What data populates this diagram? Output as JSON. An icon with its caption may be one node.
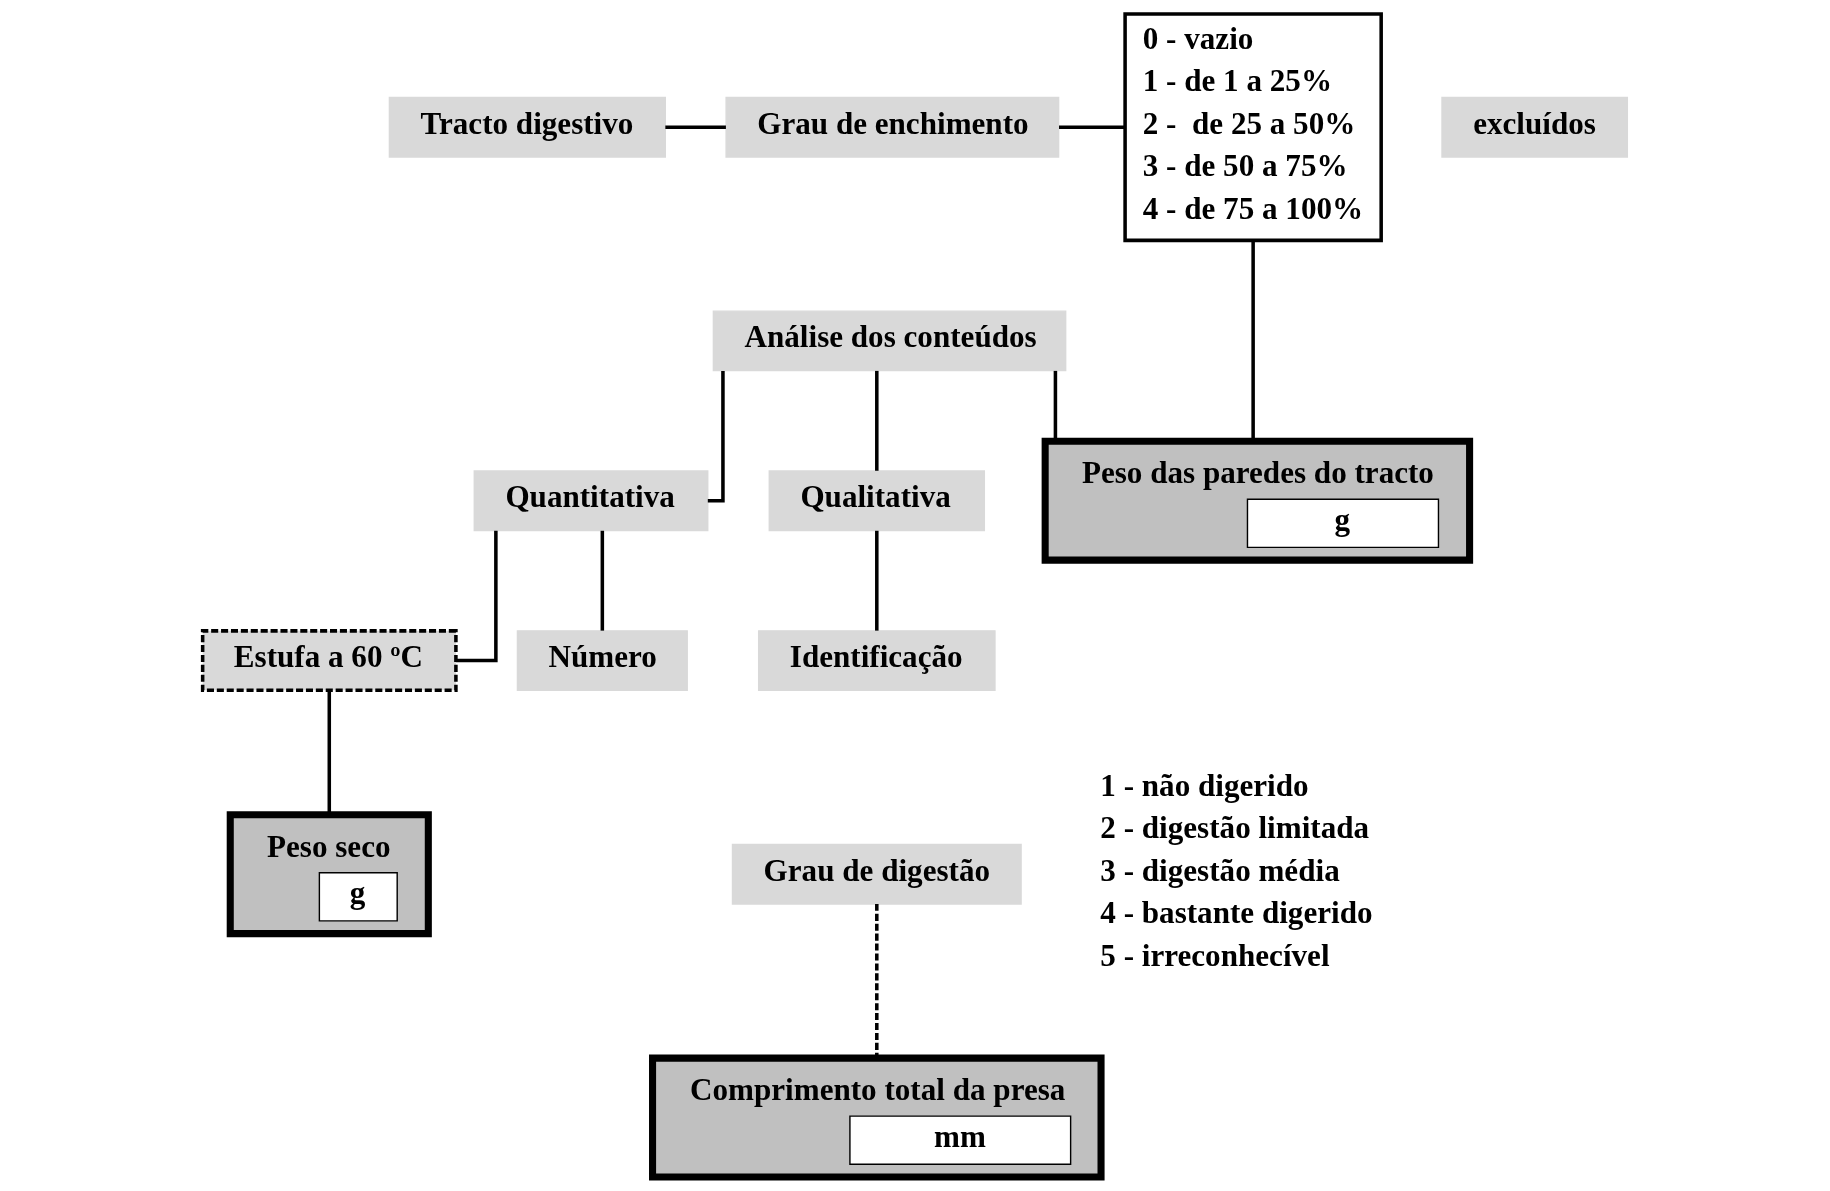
{
  "diagram": {
    "nodes": [
      {
        "text": [
          "Tracto digestivo"
        ]
      },
      {
        "text": [
          "Grau de enchimento"
        ]
      },
      {
        "text": [
          "0 - vazio",
          "1 - de 1 a 25%",
          "2 -  de 25 a 50%",
          "3 - de 50 a 75%",
          "4 - de 75 a 100%"
        ]
      },
      {
        "text": [
          "excluídos"
        ]
      },
      {
        "text": [
          "Peso das paredes do tracto",
          "g"
        ]
      },
      {
        "text": [
          "Análise dos conteúdos"
        ]
      },
      {
        "text": [
          "Quantitativa"
        ]
      },
      {
        "text": [
          "Qualitativa"
        ]
      },
      {
        "text": [
          "Número"
        ]
      },
      {
        "text": [
          "Identificação"
        ]
      },
      {
        "text": [
          "Estufa a 60 ºC"
        ]
      },
      {
        "text": [
          "Peso seco",
          "g"
        ]
      },
      {
        "text": [
          "Grau de digestão"
        ]
      },
      {
        "text": [
          "Comprimento total da presa",
          "mm"
        ]
      }
    ],
    "edges": [
      {
        "from": 0,
        "to": 1,
        "arrow": "none"
      },
      {
        "from": 1,
        "to": 2,
        "arrow": "none"
      },
      {
        "from": 2,
        "to": 4,
        "arrow": "none"
      },
      {
        "from": 5,
        "to": 4,
        "arrow": "none"
      },
      {
        "from": 5,
        "to": 6,
        "arrow": "none"
      },
      {
        "from": 5,
        "to": 7,
        "arrow": "none"
      },
      {
        "from": 6,
        "to": 8,
        "arrow": "none"
      },
      {
        "from": 6,
        "to": 10,
        "arrow": "none"
      },
      {
        "from": 10,
        "to": 11,
        "arrow": "none"
      },
      {
        "from": 7,
        "to": 9,
        "arrow": "none"
      },
      {
        "from": 12,
        "to": 13,
        "arrow": "none",
        "style": "dashed"
      }
    ],
    "labels": [
      "1 - não digerido",
      "2 - digestão limitada",
      "3 - digestão média",
      "4 - bastante digerido",
      "5 - irreconhecível"
    ]
  }
}
